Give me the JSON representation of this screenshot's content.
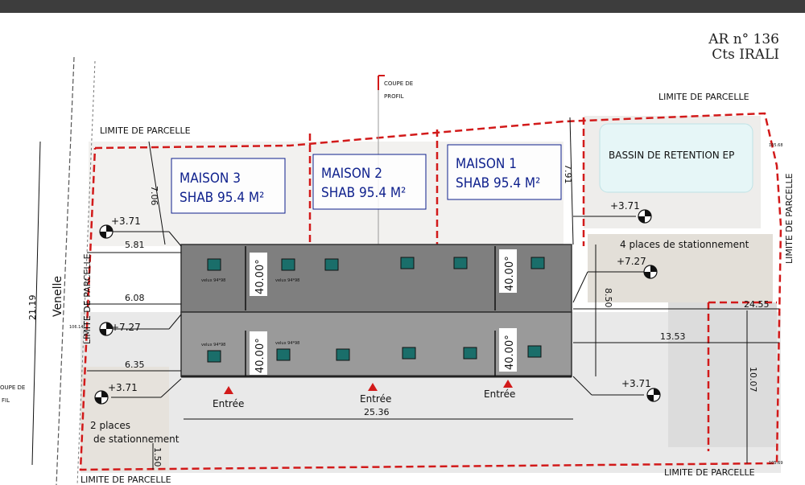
{
  "header": {
    "ar_number": "AR n° 136",
    "subtitle": "Cts IRALI"
  },
  "labels": {
    "limite_parcelle": "LIMITE DE PARCELLE",
    "coupe": "COUPE DE",
    "profil": "PROFIL",
    "coupe_left": "OUPE DE",
    "profil_left": "FIL",
    "venelle": "Venelle",
    "bassin": "BASSIN DE RETENTION EP",
    "parking_4": "4 places de stationnement",
    "parking_2_line1": "2 places",
    "parking_2_line2": "de stationnement",
    "entree": "Entrée",
    "velux": "velux 94*98"
  },
  "houses": [
    {
      "name": "MAISON 3",
      "shab": "SHAB 95.4 M²"
    },
    {
      "name": "MAISON 2",
      "shab": "SHAB 95.4 M²"
    },
    {
      "name": "MAISON 1",
      "shab": "SHAB 95.4 M²"
    }
  ],
  "slopes": {
    "a": "40.00°",
    "b": "40.00°",
    "c": "40.00°",
    "d": "40.00°"
  },
  "levels": {
    "l1": "+3.71",
    "l2": "+7.27",
    "l3": "+3.71",
    "l4": "+3.71",
    "l5": "+7.27",
    "l6": "+3.71"
  },
  "dims": {
    "d581": "5.81",
    "d608": "6.08",
    "d635": "6.35",
    "d706": "7.06",
    "d791": "7.91",
    "d850": "8.50",
    "d1353": "13.53",
    "d2455": "24.55",
    "d1007": "10.07",
    "d2536": "25.36",
    "d2119": "21.19",
    "d150": "1.50"
  },
  "spot": {
    "s1": "105.68",
    "s2": "106.14",
    "s3": "105.69"
  }
}
